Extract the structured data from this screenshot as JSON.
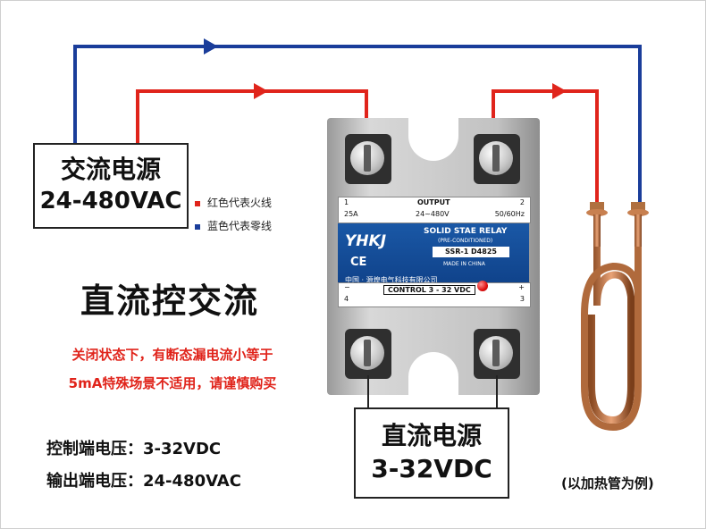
{
  "ac_source": {
    "title": "交流电源",
    "voltage": "24-480VAC"
  },
  "legend": [
    {
      "text": "红色代表火线",
      "color": "#e0241b"
    },
    {
      "text": "蓝色代表零线",
      "color": "#1a3d9a"
    }
  ],
  "headline": "直流控交流",
  "warning": [
    "关闭状态下，有断态漏电流小等于",
    "5mA特殊场景不适用，请谨慎购买"
  ],
  "specs": [
    "控制端电压：3-32VDC",
    "输出端电压：24-480VAC"
  ],
  "dc_source": {
    "title": "直流电源",
    "voltage": "3-32VDC"
  },
  "example_note": "(以加热管为例)",
  "relay": {
    "output_label": "OUTPUT",
    "terminal_1": "1",
    "terminal_2": "2",
    "terminal_3": "3",
    "terminal_4": "4",
    "current": "25A",
    "voltage_range": "24~480V",
    "frequency": "50/60Hz",
    "brand": "YHKJ",
    "product_name": "SOLID STAE RELAY",
    "product_sub": "(PRE-CONDITIONED)",
    "model": "SSR-1 D4825",
    "made_in": "MADE IN CHINA",
    "ce_mark": "CE",
    "manufacturer": "中国 · 源煌电气科技有限公司",
    "control_label": "CONTROL 3 - 32 VDC",
    "minus": "−",
    "plus": "+"
  },
  "colors": {
    "live": "#e0241b",
    "neutral": "#1a3d9a"
  }
}
